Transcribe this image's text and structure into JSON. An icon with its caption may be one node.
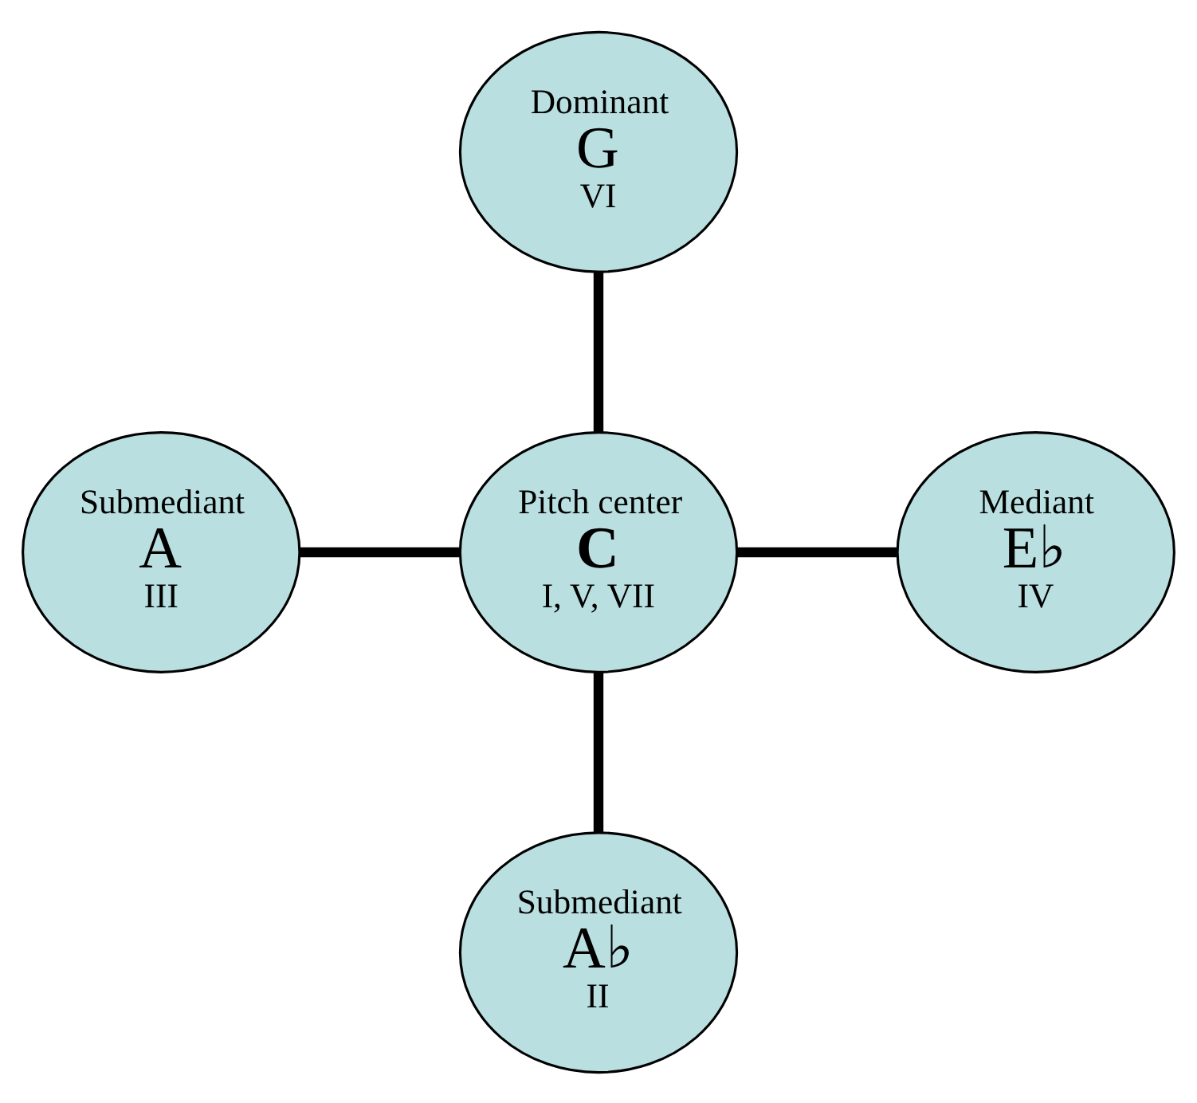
{
  "diagram": {
    "nodes": [
      {
        "text": [
          "Dominant",
          "G",
          "VI"
        ]
      },
      {
        "text": [
          "Submediant",
          "A",
          "III"
        ]
      },
      {
        "text": [
          "Pitch center",
          "C",
          "I, V, VII"
        ]
      },
      {
        "text": [
          "Mediant",
          "E♭",
          "IV"
        ]
      },
      {
        "text": [
          "Submediant",
          "A♭",
          "II"
        ]
      }
    ],
    "edges": [
      {
        "from": 0,
        "to": 2,
        "arrow": "none"
      },
      {
        "from": 1,
        "to": 2,
        "arrow": "none"
      },
      {
        "from": 2,
        "to": 3,
        "arrow": "none"
      },
      {
        "from": 2,
        "to": 4,
        "arrow": "none"
      }
    ]
  }
}
